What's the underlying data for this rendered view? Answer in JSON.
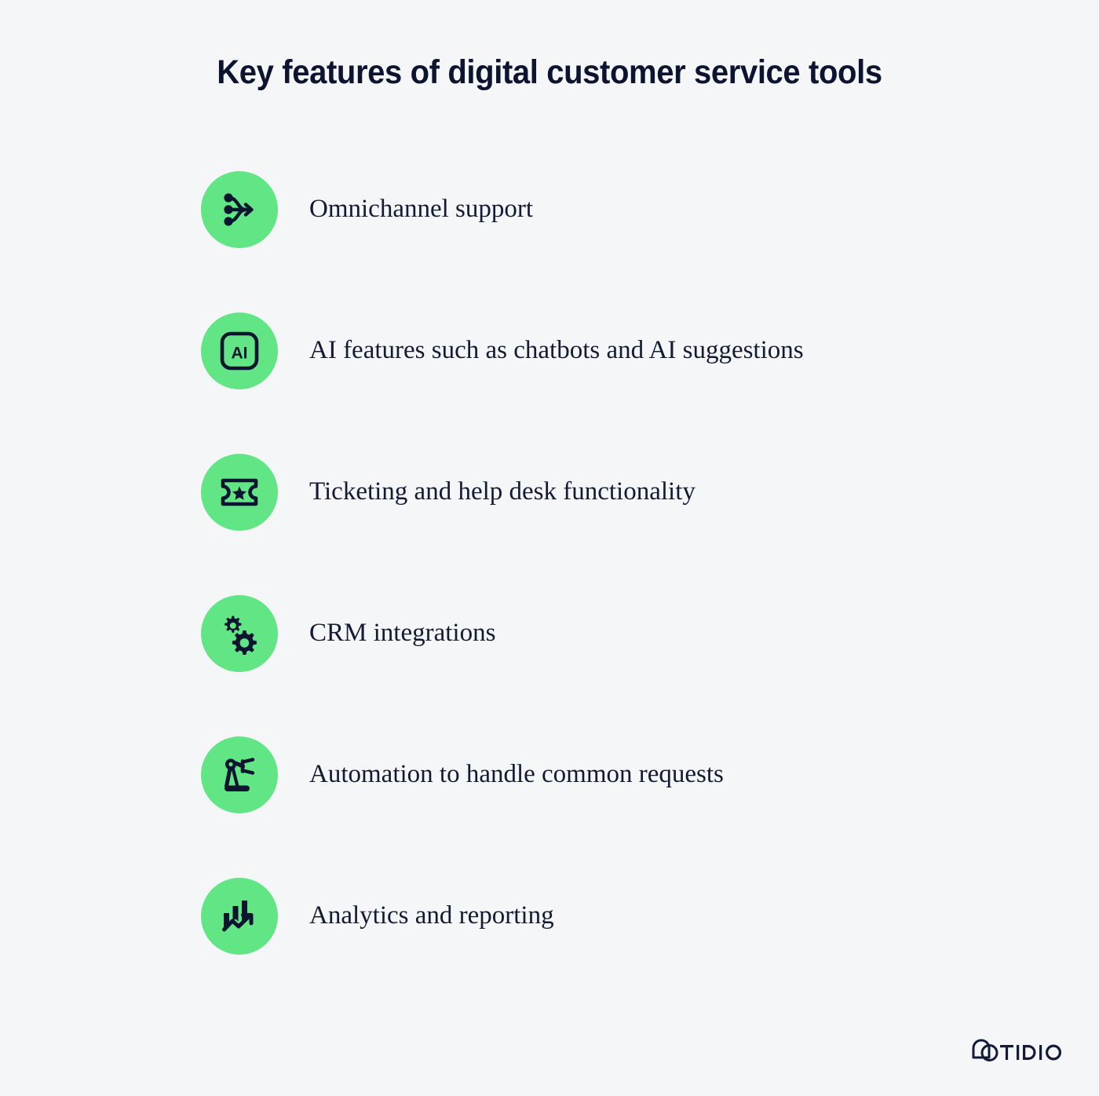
{
  "page": {
    "background_color": "#f5f6f8",
    "title": "Key features of digital customer service tools"
  },
  "theme": {
    "accent_green": "#62e584",
    "ink": "#0d1430",
    "label_color": "#131a33"
  },
  "features": [
    {
      "icon": "omnichannel-merge-icon",
      "label": "Omnichannel support"
    },
    {
      "icon": "ai-chip-icon",
      "label": "AI features such as chatbots and AI suggestions"
    },
    {
      "icon": "ticket-star-icon",
      "label": "Ticketing and help desk functionality"
    },
    {
      "icon": "gears-icon",
      "label": "CRM integrations"
    },
    {
      "icon": "robot-arm-icon",
      "label": "Automation to handle common requests"
    },
    {
      "icon": "bar-chart-trend-icon",
      "label": "Analytics and reporting"
    }
  ],
  "brand": {
    "name": "TIDIO",
    "mark": "tidio-bubble-circle-logo"
  }
}
